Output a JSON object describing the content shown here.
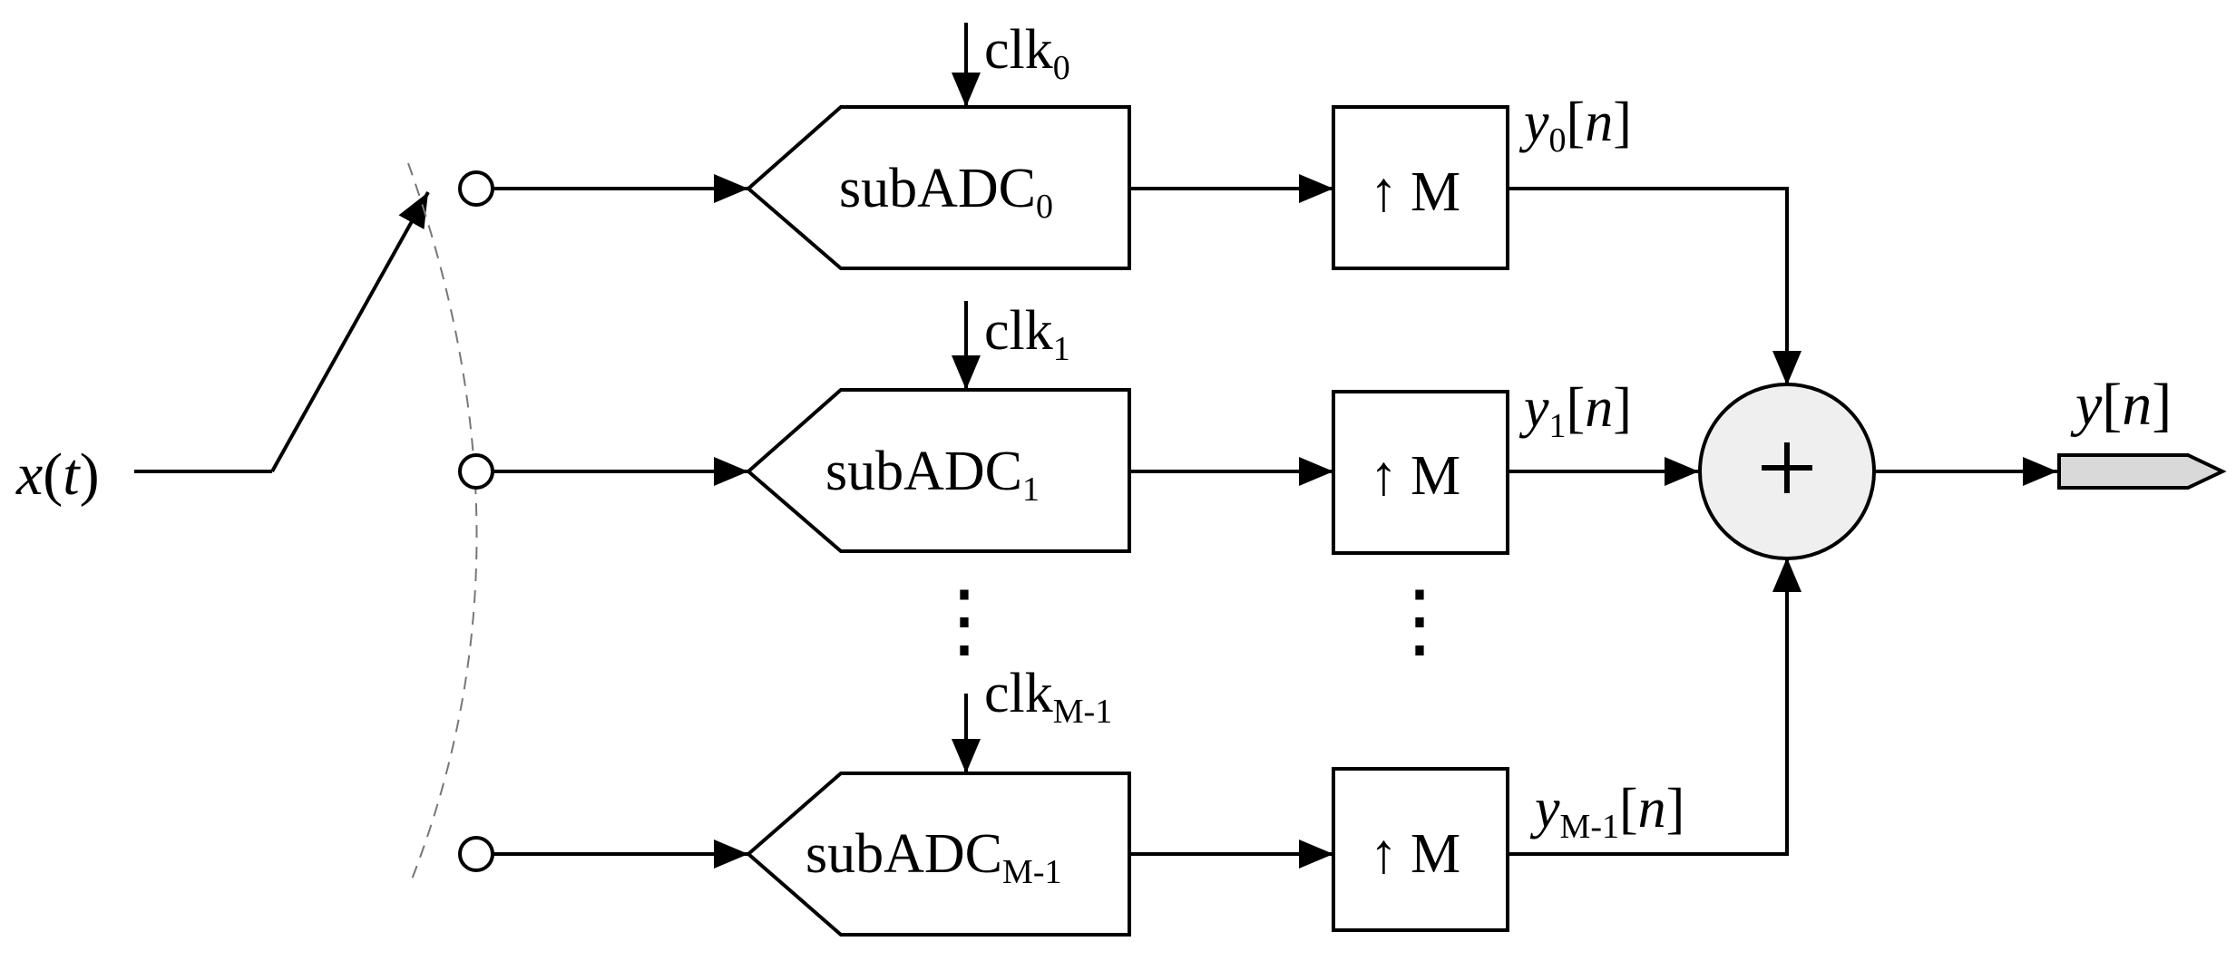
{
  "input": {
    "name": "x",
    "open": "(",
    "var": "t",
    "close": ")"
  },
  "channels": [
    {
      "clk_base": "clk",
      "clk_sub": "0",
      "adc_base": "subADC",
      "adc_sub": "0",
      "up_arrow": "↑",
      "up_label": "M",
      "y_base": "y",
      "y_sub": "0",
      "y_open": "[",
      "y_var": "n",
      "y_close": "]"
    },
    {
      "clk_base": "clk",
      "clk_sub": "1",
      "adc_base": "subADC",
      "adc_sub": "1",
      "up_arrow": "↑",
      "up_label": "M",
      "y_base": "y",
      "y_sub": "1",
      "y_open": "[",
      "y_var": "n",
      "y_close": "]"
    },
    {
      "clk_base": "clk",
      "clk_sub": "M-1",
      "adc_base": "subADC",
      "adc_sub": "M-1",
      "up_arrow": "↑",
      "up_label": "M",
      "y_base": "y",
      "y_sub": "M-1",
      "y_open": "[",
      "y_var": "n",
      "y_close": "]"
    }
  ],
  "ellipsis": "⋮",
  "summer_symbol": "+",
  "output": {
    "name": "y",
    "open": "[",
    "var": "n",
    "close": "]"
  },
  "colors": {
    "stroke": "#000000",
    "summer_fill": "#efefef",
    "output_port_fill": "#d9d9d9"
  }
}
